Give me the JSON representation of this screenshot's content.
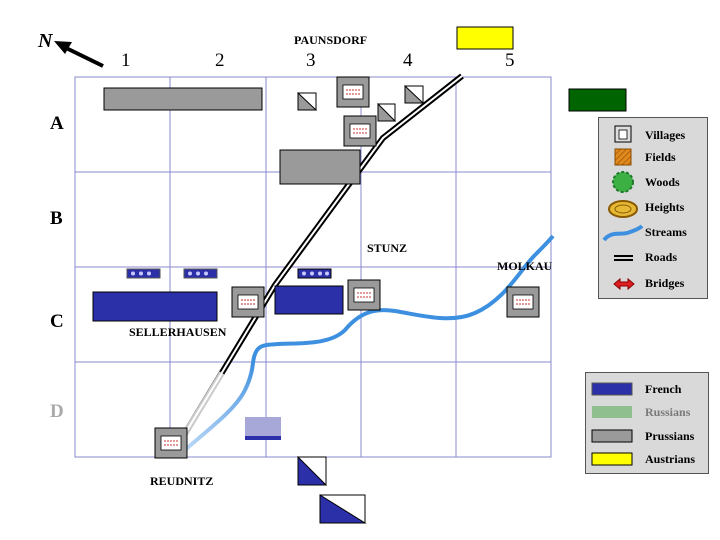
{
  "compass": {
    "label": "N"
  },
  "columns": [
    "1",
    "2",
    "3",
    "4",
    "5"
  ],
  "rows": [
    "A",
    "B",
    "C",
    "D"
  ],
  "places": {
    "paunsdorf": "PAUNSDORF",
    "stunz": "STUNZ",
    "molkau": "MOLKAU",
    "sellerhausen": "SELLERHAUSEN",
    "reudnitz": "REUDNITZ"
  },
  "terrain_legend": [
    {
      "label": "Villages",
      "icon": "village-icon"
    },
    {
      "label": "Fields",
      "icon": "fields-icon"
    },
    {
      "label": "Woods",
      "icon": "woods-icon"
    },
    {
      "label": "Heights",
      "icon": "heights-icon"
    },
    {
      "label": "Streams",
      "icon": "stream-icon"
    },
    {
      "label": "Roads",
      "icon": "road-icon"
    },
    {
      "label": "Bridges",
      "icon": "bridge-icon"
    }
  ],
  "army_legend": [
    {
      "label": "French",
      "color": "#2b2fa8"
    },
    {
      "label": "Russians",
      "color": "#8fbf8f"
    },
    {
      "label": "Prussians",
      "color": "#9a9a9a"
    },
    {
      "label": "Austrians",
      "color": "#ffff00"
    }
  ],
  "colors": {
    "grid": "#8888cc",
    "french": "#2b2fa8",
    "prussian": "#9a9a9a",
    "austrian": "#ffff00",
    "russian": "#006400",
    "stream": "#3d8fe0"
  }
}
